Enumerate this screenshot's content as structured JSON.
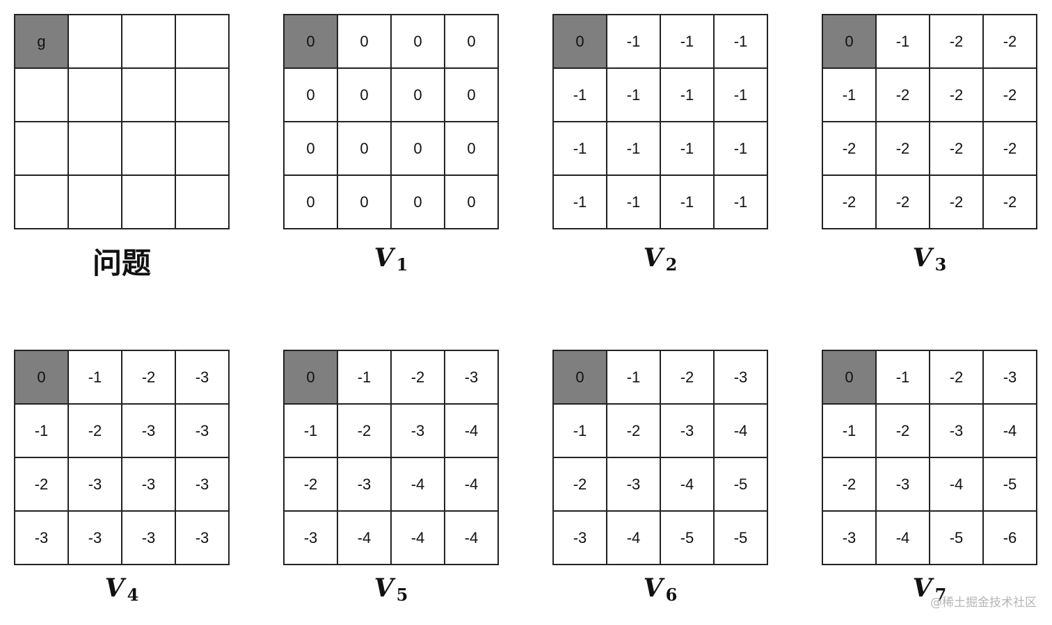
{
  "panels": [
    {
      "caption": "问题",
      "caption_style": "cn",
      "goal_cell": [
        0,
        0
      ],
      "cells": [
        [
          "g",
          "",
          "",
          ""
        ],
        [
          "",
          "",
          "",
          ""
        ],
        [
          "",
          "",
          "",
          ""
        ],
        [
          "",
          "",
          "",
          ""
        ]
      ]
    },
    {
      "caption": "V",
      "caption_sub": "1",
      "caption_style": "v",
      "goal_cell": [
        0,
        0
      ],
      "cells": [
        [
          "0",
          "0",
          "0",
          "0"
        ],
        [
          "0",
          "0",
          "0",
          "0"
        ],
        [
          "0",
          "0",
          "0",
          "0"
        ],
        [
          "0",
          "0",
          "0",
          "0"
        ]
      ]
    },
    {
      "caption": "V",
      "caption_sub": "2",
      "caption_style": "v",
      "goal_cell": [
        0,
        0
      ],
      "cells": [
        [
          "0",
          "-1",
          "-1",
          "-1"
        ],
        [
          "-1",
          "-1",
          "-1",
          "-1"
        ],
        [
          "-1",
          "-1",
          "-1",
          "-1"
        ],
        [
          "-1",
          "-1",
          "-1",
          "-1"
        ]
      ]
    },
    {
      "caption": "V",
      "caption_sub": "3",
      "caption_style": "v",
      "goal_cell": [
        0,
        0
      ],
      "cells": [
        [
          "0",
          "-1",
          "-2",
          "-2"
        ],
        [
          "-1",
          "-2",
          "-2",
          "-2"
        ],
        [
          "-2",
          "-2",
          "-2",
          "-2"
        ],
        [
          "-2",
          "-2",
          "-2",
          "-2"
        ]
      ]
    },
    {
      "caption": "V",
      "caption_sub": "4",
      "caption_style": "v",
      "goal_cell": [
        0,
        0
      ],
      "cells": [
        [
          "0",
          "-1",
          "-2",
          "-3"
        ],
        [
          "-1",
          "-2",
          "-3",
          "-3"
        ],
        [
          "-2",
          "-3",
          "-3",
          "-3"
        ],
        [
          "-3",
          "-3",
          "-3",
          "-3"
        ]
      ]
    },
    {
      "caption": "V",
      "caption_sub": "5",
      "caption_style": "v",
      "goal_cell": [
        0,
        0
      ],
      "cells": [
        [
          "0",
          "-1",
          "-2",
          "-3"
        ],
        [
          "-1",
          "-2",
          "-3",
          "-4"
        ],
        [
          "-2",
          "-3",
          "-4",
          "-4"
        ],
        [
          "-3",
          "-4",
          "-4",
          "-4"
        ]
      ]
    },
    {
      "caption": "V",
      "caption_sub": "6",
      "caption_style": "v",
      "goal_cell": [
        0,
        0
      ],
      "cells": [
        [
          "0",
          "-1",
          "-2",
          "-3"
        ],
        [
          "-1",
          "-2",
          "-3",
          "-4"
        ],
        [
          "-2",
          "-3",
          "-4",
          "-5"
        ],
        [
          "-3",
          "-4",
          "-5",
          "-5"
        ]
      ]
    },
    {
      "caption": "V",
      "caption_sub": "7",
      "caption_style": "v",
      "goal_cell": [
        0,
        0
      ],
      "cells": [
        [
          "0",
          "-1",
          "-2",
          "-3"
        ],
        [
          "-1",
          "-2",
          "-3",
          "-4"
        ],
        [
          "-2",
          "-3",
          "-4",
          "-5"
        ],
        [
          "-3",
          "-4",
          "-5",
          "-6"
        ]
      ]
    }
  ],
  "watermark": "@稀土掘金技术社区",
  "colors": {
    "goal_fill": "#7f7f7f",
    "grid_line": "#222222",
    "text": "#111111"
  }
}
